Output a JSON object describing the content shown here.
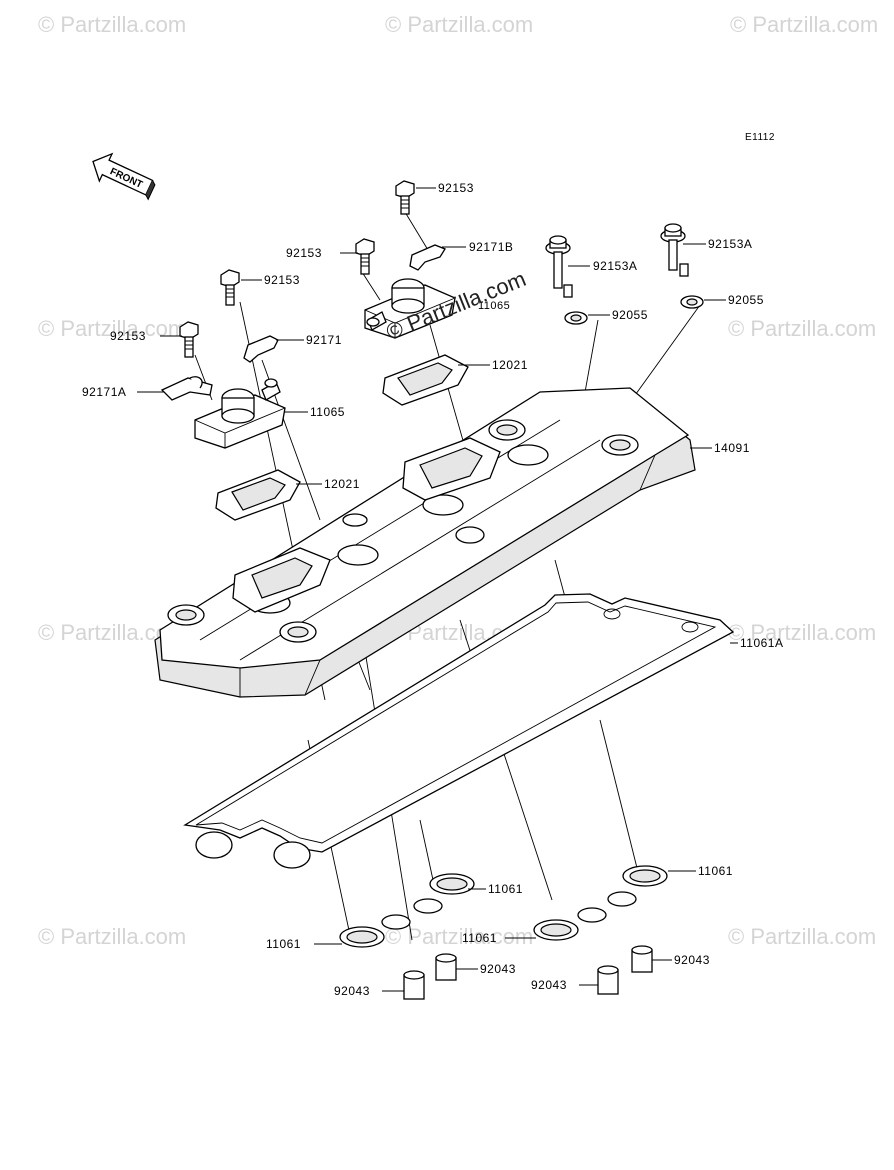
{
  "diagram": {
    "code": "E1112",
    "front_arrow": "FRONT",
    "watermark": "© Partzilla.com",
    "labels": [
      {
        "id": "l1",
        "text": "92153"
      },
      {
        "id": "l2",
        "text": "92153"
      },
      {
        "id": "l3",
        "text": "92171B"
      },
      {
        "id": "l4",
        "text": "92153A"
      },
      {
        "id": "l5",
        "text": "92153A"
      },
      {
        "id": "l6",
        "text": "92153"
      },
      {
        "id": "l7",
        "text": "92055"
      },
      {
        "id": "l8",
        "text": "92055"
      },
      {
        "id": "l9",
        "text": "92153"
      },
      {
        "id": "l10",
        "text": "92171"
      },
      {
        "id": "l11",
        "text": "12021"
      },
      {
        "id": "l12",
        "text": "92171A"
      },
      {
        "id": "l13",
        "text": "11065"
      },
      {
        "id": "l14",
        "text": "14091"
      },
      {
        "id": "l15",
        "text": "12021"
      },
      {
        "id": "l16",
        "text": "11061A"
      },
      {
        "id": "l17",
        "text": "11061"
      },
      {
        "id": "l18",
        "text": "11061"
      },
      {
        "id": "l19",
        "text": "11061"
      },
      {
        "id": "l20",
        "text": "11061"
      },
      {
        "id": "l21",
        "text": "92043"
      },
      {
        "id": "l22",
        "text": "92043"
      },
      {
        "id": "l23",
        "text": "92043"
      },
      {
        "id": "l24",
        "text": "92043"
      },
      {
        "id": "l25",
        "text": "11065"
      }
    ]
  }
}
